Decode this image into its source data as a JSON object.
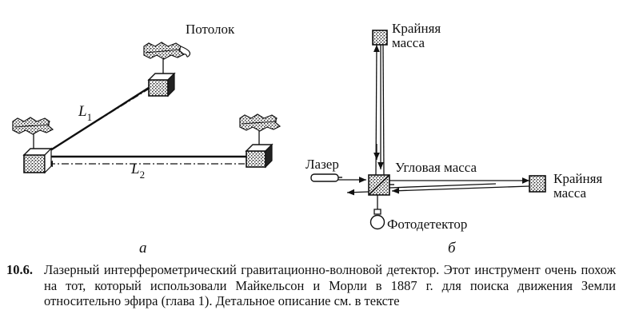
{
  "figure": {
    "number": "10.6.",
    "panel_a": {
      "tag": "а",
      "ceiling_label": "Потолок",
      "arm1_label": "L",
      "arm1_sub": "1",
      "arm2_label": "L",
      "arm2_sub": "2"
    },
    "panel_b": {
      "tag": "б",
      "end_mass_top_label_line1": "Крайняя",
      "end_mass_top_label_line2": "масса",
      "laser_label": "Лазер",
      "corner_mass_label": "Угловая масса",
      "end_mass_right_label_line1": "Крайняя",
      "end_mass_right_label_line2": "масса",
      "photodetector_label": "Фотодетектор"
    },
    "caption": "Лазерный интерферометрический гравитационно-волновой детектор. Этот инструмент очень похож на тот, который использовали Майкельсон и Морли в 1887 г. для поиска движения Земли относительно эфира (глава 1). Детальное описание см. в тексте"
  }
}
